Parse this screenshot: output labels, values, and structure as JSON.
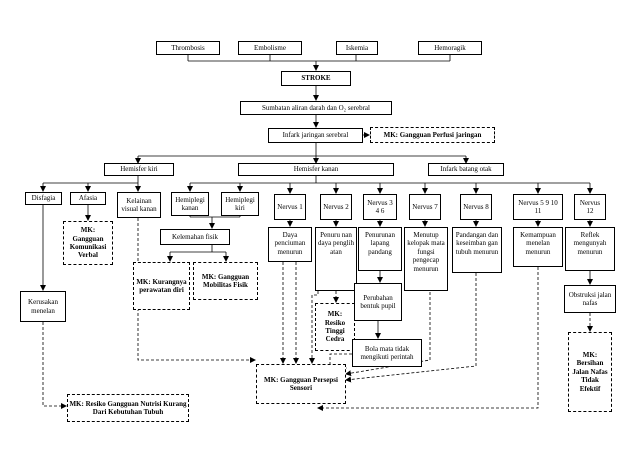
{
  "nodes": {
    "thrombosis": "Thrombosis",
    "embolisme": "Embolisme",
    "iskemia": "Iskemia",
    "hemoragik": "Hemoragik",
    "stroke": "STROKE",
    "sumbatan": "Sumbatan aliran darah dan O₂ serebral",
    "infark_jaringan": "Infark jaringan serebral",
    "mk_perfusi": "MK: Gangguan Perfusi jaringan",
    "hemisfer_kiri": "Hemisfer kiri",
    "hemisfer_kanan": "Hemisfer kanan",
    "infark_batang": "Infark batang otak",
    "disfagia": "Disfagia",
    "afasia": "Afasia",
    "kelainan_visual": "Kelainan visual kanan",
    "hemiplegi_kanan": "Hemiplegi kanan",
    "hemiplegi_kiri": "Hemiplegi kiri",
    "nervus1": "Nervus 1",
    "nervus2": "Nervus 2",
    "nervus346": "Nervus 3 4 6",
    "nervus7": "Nervus 7",
    "nervus8": "Nervus 8",
    "nervus5": "Nervus 5 9 10 11",
    "nervus12": "Nervus 12",
    "mk_komunikasi": "MK: Gangguan Komunikasi Verbal",
    "kelemahan_fisik": "Kelemahan fisik",
    "mk_perawatan": "MK: Kurangnya perawatan diri",
    "mk_mobilitas": "MK: Gangguan Mobilitas Fisik",
    "daya_penciuman": "Daya penciuman menurun",
    "penurunan_daya": "Penuru nan daya penglih atan",
    "mk_resiko_cedera": "MK: Resiko Tinggi Cedra",
    "penurunan_lapang": "Penurunan lapang pandang",
    "perubahan_pupil": "Perubahan bentuk pupil",
    "menutup_kelopak": "Menutup kelopak mata fungsi pengecap menurun",
    "pandangan": "Pandangan dan keseimban gan tubuh menurun",
    "kemampuan_menelan": "Kemampuan menelan menurun",
    "reflek": "Reflek mengunyah menurun",
    "obstruksi": "Obstruksi jalan nafas",
    "mk_jalan_nafas": "MK: Bersihan Jalan Nafas Tidak Efektif",
    "kerusakan_menelan": "Kerusakan menelan",
    "bola_mata": "Bola mata tidak mengikuti perintah",
    "mk_persepsi": "MK: Gangguan Persepsi Sensori",
    "mk_nutrisi": "MK: Resiko Gangguan Nutrisi Kurang Dari Kebutuhan Tubuh"
  }
}
